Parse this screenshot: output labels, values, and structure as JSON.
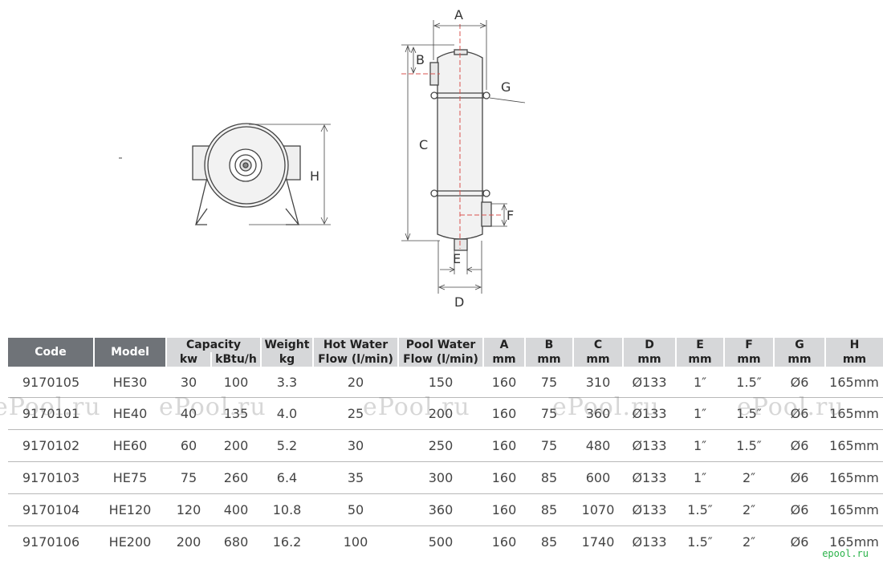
{
  "diagram": {
    "labels": {
      "a": "A",
      "b": "B",
      "c": "C",
      "d": "D",
      "e": "E",
      "f": "F",
      "g": "G",
      "h": "H"
    }
  },
  "table": {
    "headers": {
      "code": "Code",
      "model": "Model",
      "capacity": "Capacity",
      "capacity_kw": "kw",
      "capacity_kbtu": "kBtu/h",
      "weight": "Weight",
      "weight_unit": "kg",
      "hot_water_1": "Hot Water",
      "hot_water_2": "Flow (l/min)",
      "pool_water_1": "Pool Water",
      "pool_water_2": "Flow (l/min)",
      "a": "A",
      "a_unit": "mm",
      "b": "B",
      "b_unit": "mm",
      "c": "C",
      "c_unit": "mm",
      "d": "D",
      "d_unit": "mm",
      "e": "E",
      "e_unit": "mm",
      "f": "F",
      "f_unit": "mm",
      "g": "G",
      "g_unit": "mm",
      "h": "H",
      "h_unit": "mm"
    },
    "rows": [
      [
        "9170105",
        "HE30",
        "30",
        "100",
        "3.3",
        "20",
        "150",
        "160",
        "75",
        "310",
        "Ø133",
        "1″",
        "1.5″",
        "Ø6",
        "165mm"
      ],
      [
        "9170101",
        "HE40",
        "40",
        "135",
        "4.0",
        "25",
        "200",
        "160",
        "75",
        "360",
        "Ø133",
        "1″",
        "1.5″",
        "Ø6",
        "165mm"
      ],
      [
        "9170102",
        "HE60",
        "60",
        "200",
        "5.2",
        "30",
        "250",
        "160",
        "75",
        "480",
        "Ø133",
        "1″",
        "1.5″",
        "Ø6",
        "165mm"
      ],
      [
        "9170103",
        "HE75",
        "75",
        "260",
        "6.4",
        "35",
        "300",
        "160",
        "85",
        "600",
        "Ø133",
        "1″",
        "2″",
        "Ø6",
        "165mm"
      ],
      [
        "9170104",
        "HE120",
        "120",
        "400",
        "10.8",
        "50",
        "360",
        "160",
        "85",
        "1070",
        "Ø133",
        "1.5″",
        "2″",
        "Ø6",
        "165mm"
      ],
      [
        "9170106",
        "HE200",
        "200",
        "680",
        "16.2",
        "100",
        "500",
        "160",
        "85",
        "1740",
        "Ø133",
        "1.5″",
        "2″",
        "Ø6",
        "165mm"
      ]
    ]
  },
  "watermark": "ePool.ru",
  "logo": "epool.ru"
}
